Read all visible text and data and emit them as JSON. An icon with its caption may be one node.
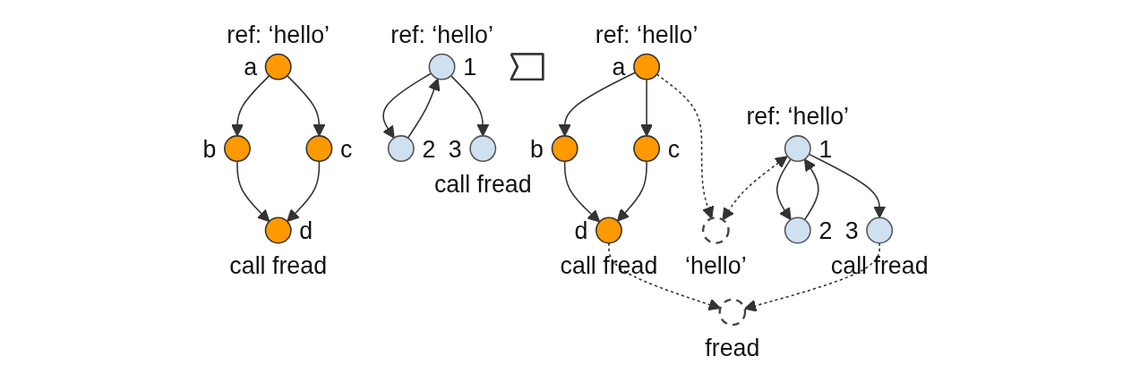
{
  "diagram": {
    "nodes": [
      {
        "text": [],
        "shape": "circle",
        "beside": [
          "ref: ‘hello’",
          "a"
        ]
      },
      {
        "text": [],
        "shape": "circle",
        "beside": [
          "b"
        ]
      },
      {
        "text": [],
        "shape": "circle",
        "beside": [
          "c"
        ]
      },
      {
        "text": [],
        "shape": "circle",
        "beside": [
          "d",
          "call fread"
        ]
      },
      {
        "text": [],
        "shape": "circle",
        "beside": [
          "ref: ‘hello’",
          "1"
        ]
      },
      {
        "text": [],
        "shape": "circle",
        "beside": [
          "2"
        ]
      },
      {
        "text": [],
        "shape": "circle",
        "beside": [
          "3",
          "call fread"
        ]
      },
      {
        "text": [],
        "shape": "arrow"
      },
      {
        "text": [],
        "shape": "circle",
        "beside": [
          "ref: ‘hello’",
          "a"
        ]
      },
      {
        "text": [],
        "shape": "circle",
        "beside": [
          "b"
        ]
      },
      {
        "text": [],
        "shape": "circle",
        "beside": [
          "c"
        ]
      },
      {
        "text": [],
        "shape": "circle",
        "beside": [
          "d",
          "call fread"
        ]
      },
      {
        "text": [],
        "shape": "circle",
        "beside": [
          "‘hello’"
        ]
      },
      {
        "text": [],
        "shape": "circle",
        "beside": [
          "ref: ‘hello’",
          "1"
        ]
      },
      {
        "text": [],
        "shape": "circle",
        "beside": [
          "2"
        ]
      },
      {
        "text": [],
        "shape": "circle",
        "beside": [
          "3",
          "call fread"
        ]
      },
      {
        "text": [],
        "shape": "circle",
        "beside": [
          "fread"
        ]
      }
    ],
    "edges": [
      {
        "from": 0,
        "to": 1,
        "arrow": "to"
      },
      {
        "from": 0,
        "to": 2,
        "arrow": "to"
      },
      {
        "from": 1,
        "to": 3,
        "arrow": "to"
      },
      {
        "from": 2,
        "to": 3,
        "arrow": "to"
      },
      {
        "from": 4,
        "to": 5,
        "arrow": "to"
      },
      {
        "from": 5,
        "to": 4,
        "arrow": "to"
      },
      {
        "from": 4,
        "to": 6,
        "arrow": "to"
      },
      {
        "from": 8,
        "to": 9,
        "arrow": "to"
      },
      {
        "from": 8,
        "to": 10,
        "arrow": "to"
      },
      {
        "from": 9,
        "to": 11,
        "arrow": "to"
      },
      {
        "from": 10,
        "to": 11,
        "arrow": "to"
      },
      {
        "from": 8,
        "to": 12,
        "arrow": "to",
        "style": "dashed"
      },
      {
        "from": 13,
        "to": 12,
        "arrow": "both",
        "style": "dashed"
      },
      {
        "from": 13,
        "to": 14,
        "arrow": "to"
      },
      {
        "from": 14,
        "to": 13,
        "arrow": "to"
      },
      {
        "from": 13,
        "to": 15,
        "arrow": "to"
      },
      {
        "from": 11,
        "to": 16,
        "arrow": "to",
        "style": "dashed"
      },
      {
        "from": 15,
        "to": 16,
        "arrow": "to",
        "style": "dashed"
      }
    ]
  }
}
